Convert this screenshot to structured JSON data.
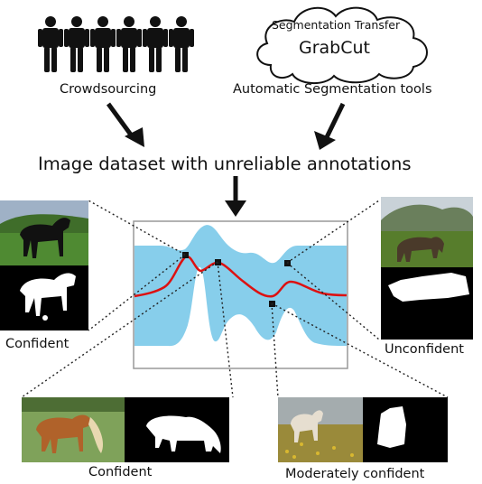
{
  "top": {
    "crowd_label": "Crowdsourcing",
    "cloud_line1": "Segmentation Transfer",
    "cloud_line2": "GrabCut",
    "tools_label": "Automatic Segmentation tools"
  },
  "dataset_label": "Image dataset with unreliable annotations",
  "examples": {
    "left": "Confident",
    "right": "Unconfident",
    "bottom_left": "Confident",
    "bottom_right": "Moderately confident"
  },
  "colors": {
    "band": "#87ceeb",
    "curve": "#dd1111",
    "sky": "#9aa7b8",
    "grass": "#5f8f3a"
  }
}
